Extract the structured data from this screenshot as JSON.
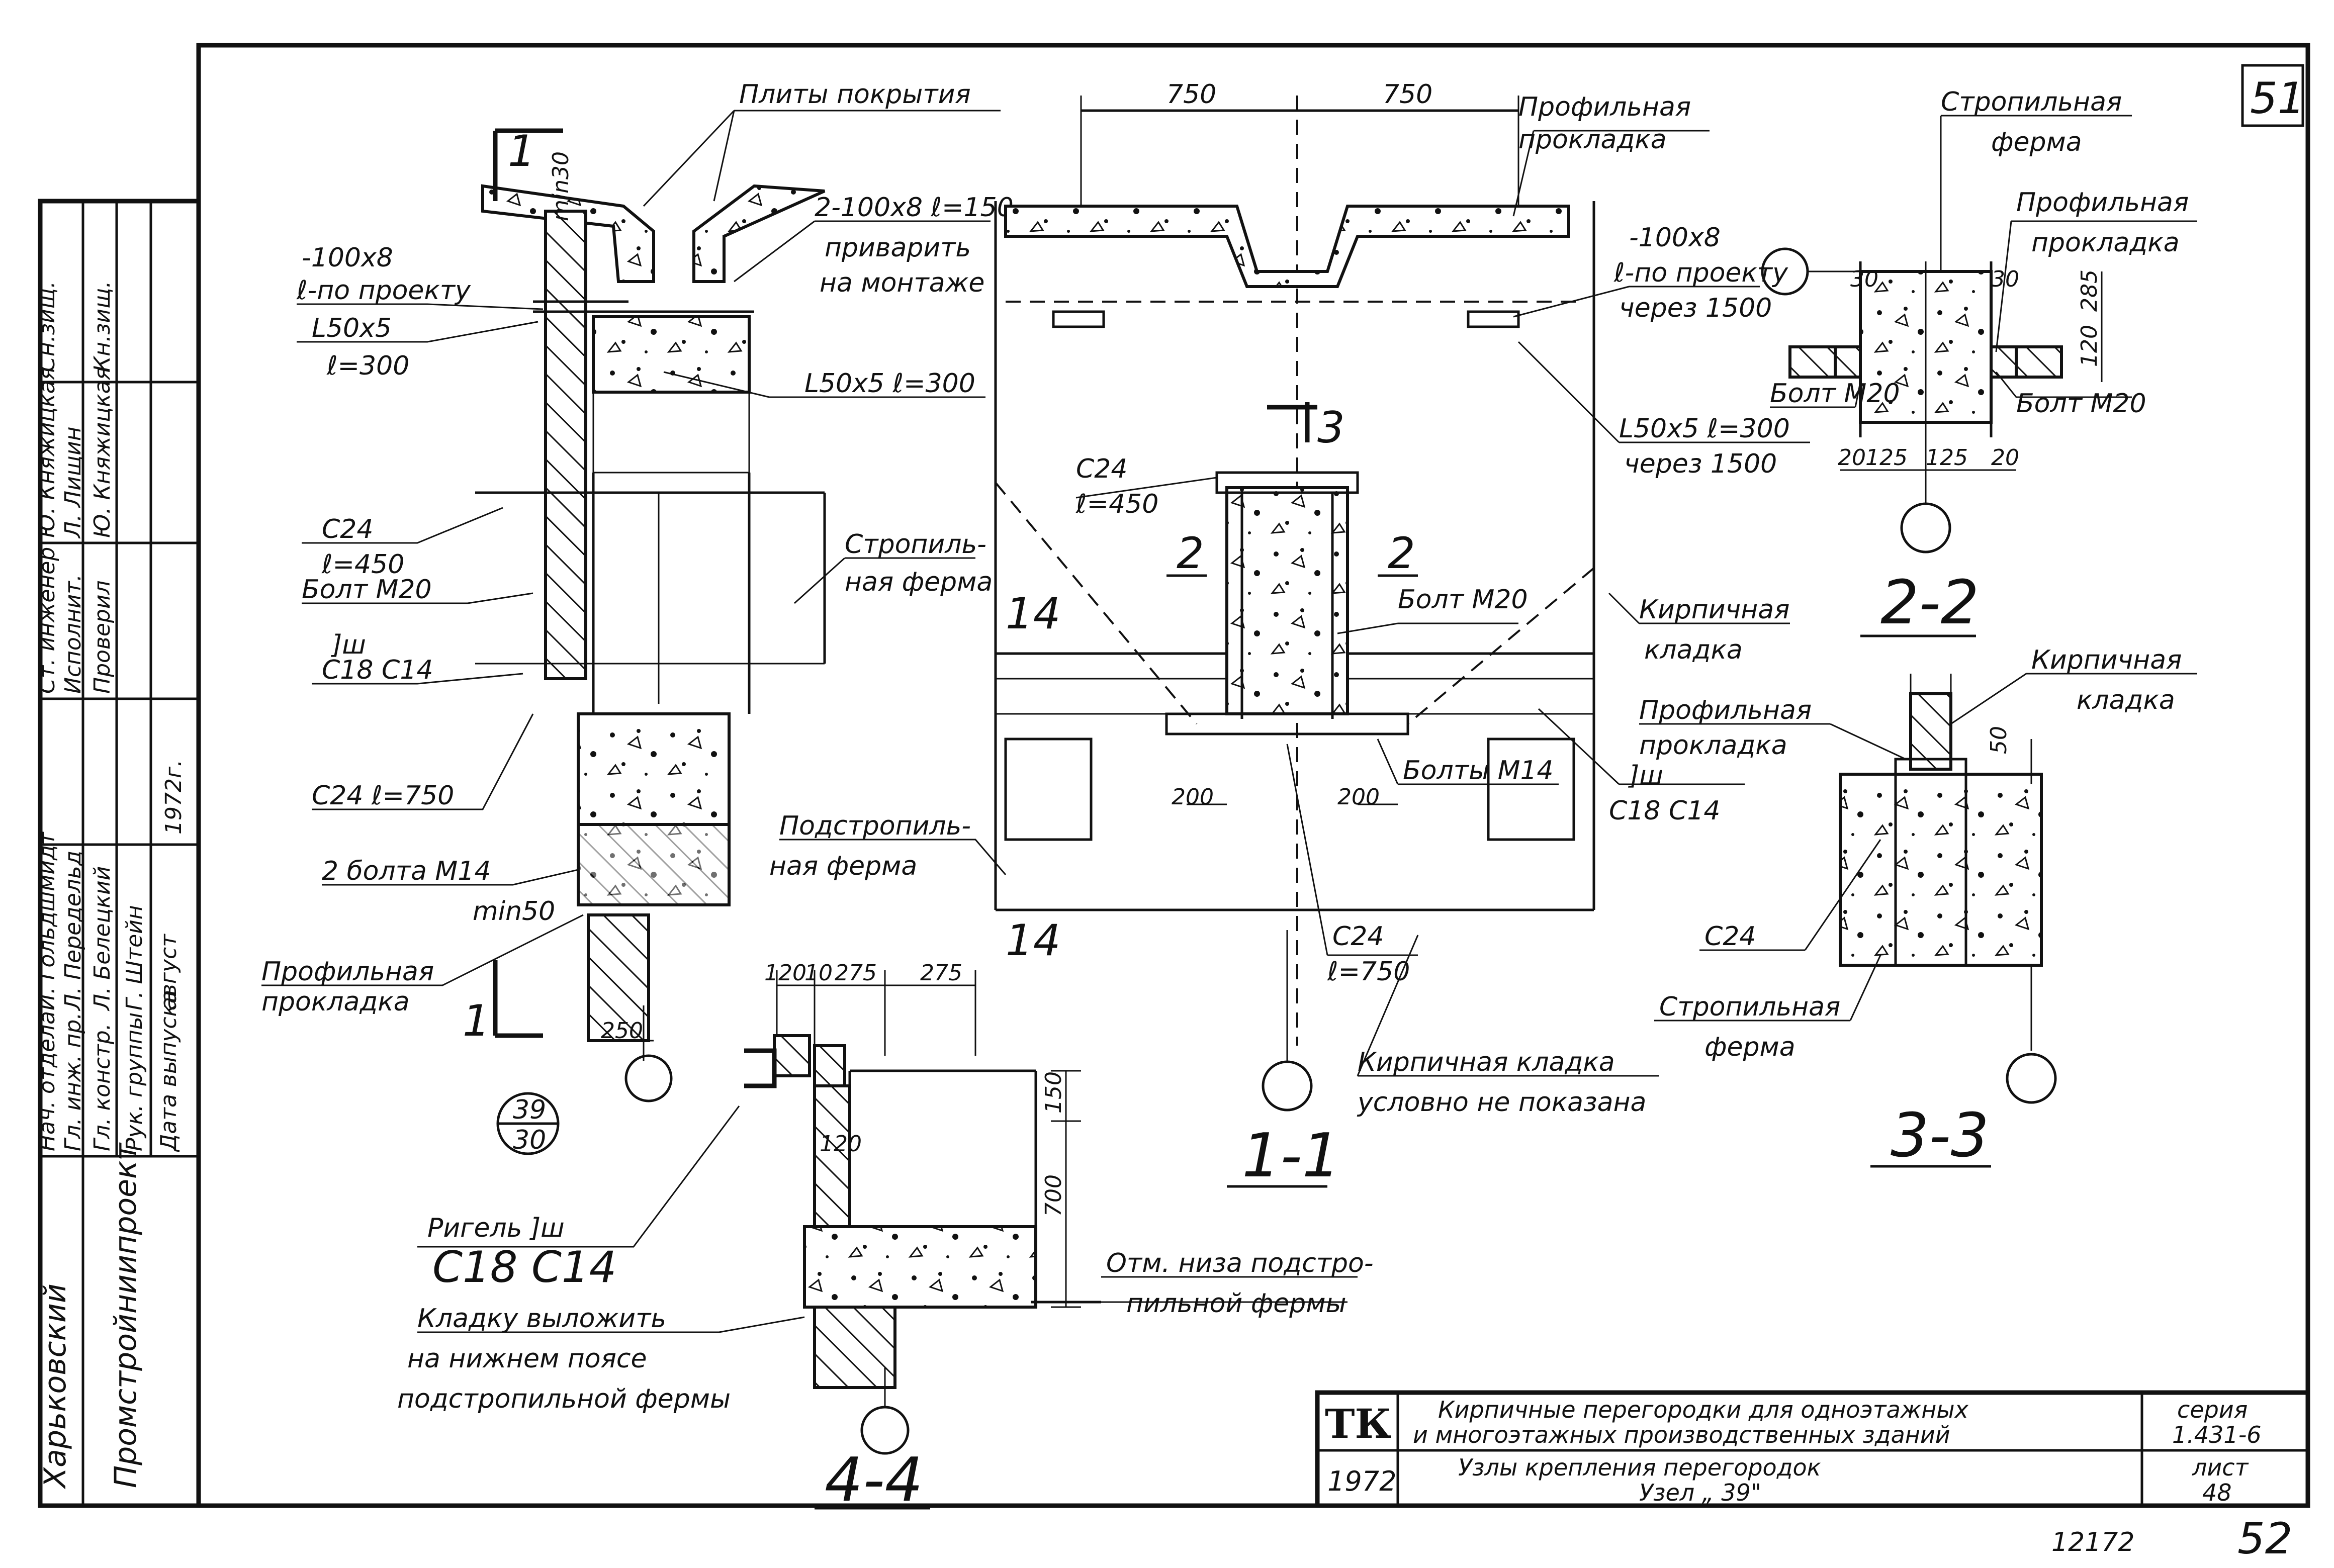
{
  "sheet": {
    "page_no": "51",
    "bottom_no": "12172",
    "bottom_page": "52",
    "section_mark_1": "1",
    "detail_mark_top": "39",
    "detail_mark_bottom": "30"
  },
  "stamp": {
    "rows": [
      {
        "role": "Нач. отдела",
        "name": "И. Гольдшмидт"
      },
      {
        "role": "Гл. инж. пр.",
        "name": "Л. Передельд"
      },
      {
        "role": "Гл. констр.",
        "name": "Л. Белецкий"
      },
      {
        "role": "Рук. группы",
        "name": "Г. Штейн"
      },
      {
        "role": "Дата выпуска",
        "name": "август"
      }
    ],
    "rows2": [
      {
        "role": "Ст. инженер",
        "name": "Ю. Княжицкая"
      },
      {
        "role": "Исполнит.",
        "name": "Л. Лищин"
      },
      {
        "role": "Проверил",
        "name": "Ю. Княжицкая"
      }
    ],
    "year_vertical": "1972г.",
    "org_1": "Харьковский",
    "org_2": "Промстройниипроект",
    "corner_1": "Сн.зищ.",
    "corner_2": "Кн.зищ."
  },
  "views": {
    "left": {
      "plates": "Плиты покрытия",
      "min30": "min30",
      "strip1_a": "-100x8",
      "strip1_b": "ℓ-по проекту",
      "angle1_a": "L50x5",
      "angle1_b": "ℓ=300",
      "plate_weld_a": "2-100x8 ℓ=150",
      "plate_weld_b": "приварить",
      "plate_weld_c": "на монтаже",
      "angle2": "L50x5 ℓ=300",
      "c24_a": "C24",
      "c24_b": "ℓ=450",
      "bolt": "Болт М20",
      "truss_a": "Стропиль-",
      "truss_b": "ная ферма",
      "channel_a": "]ш",
      "channel_b": "C18 C14",
      "c24_750": "C24 ℓ=750",
      "bolts_m14": "2 болта М14",
      "min50": "min50",
      "subtruss_a": "Подстропиль-",
      "subtruss_b": "ная ферма",
      "gasket_a": "Профильная",
      "gasket_b": "прокладка",
      "dim_250": "250"
    },
    "s11": {
      "dim_750a": "750",
      "dim_750b": "750",
      "gasket_a": "Профильная",
      "gasket_b": "прокладка",
      "strip_a": "-100x8",
      "strip_b": "ℓ-по проекту",
      "strip_c": "через 1500",
      "angle_a": "L50x5 ℓ=300",
      "angle_b": "через 1500",
      "c24_a": "C24",
      "c24_b": "ℓ=450",
      "mark2a": "2",
      "mark2b": "2",
      "mark3": "3",
      "bolt": "Болт М20",
      "brick_a": "Кирпичная",
      "brick_b": "кладка",
      "mark14a": "14",
      "mark14b": "14",
      "dim_200a": "200",
      "dim_200b": "200",
      "bolts_m14": "Болты М14",
      "channel_a": "]ш",
      "channel_b": "C18 C14",
      "c24_c": "C24",
      "c24_d": "ℓ=750",
      "note_a": "Кирпичная кладка",
      "note_b": "условно не показана",
      "title": "1-1"
    },
    "s22": {
      "truss_a": "Стропильная",
      "truss_b": "ферма",
      "gasket_a": "Профильная",
      "gasket_b": "прокладка",
      "d30a": "30",
      "d30b": "30",
      "d120": "120",
      "d285": "285",
      "bolt_a": "Болт М20",
      "bolt_b": "Болт М20",
      "d20a": "20",
      "d125a": "125",
      "d125b": "125",
      "d20b": "20",
      "title": "2-2"
    },
    "s33": {
      "brick_a": "Кирпичная",
      "brick_b": "кладка",
      "gasket_a": "Профильная",
      "gasket_b": "прокладка",
      "d50": "50",
      "c24": "C24",
      "truss_a": "Стропильная",
      "truss_b": "ферма",
      "title": "3-3"
    },
    "s44": {
      "d120": "120",
      "d10": "10",
      "d275a": "275",
      "d275b": "275",
      "d150": "150",
      "d700": "700",
      "d120b": "120",
      "girder_a": "Ригель ]ш",
      "girder_b": "C18 C14",
      "note_a": "Кладку выложить",
      "note_b": "на нижнем поясе",
      "note_c": "подстропильной фермы",
      "level_a": "Отм. низа подстро-",
      "level_b": "пильной фермы",
      "title": "4-4"
    }
  },
  "titleblock": {
    "logo": "ТК",
    "year": "1972",
    "line1": "Кирпичные перегородки для одноэтажных",
    "line2": "и многоэтажных производственных зданий",
    "line3": "Узлы крепления перегородок",
    "line4": "Узел „ 39\"",
    "series_label": "серия",
    "series_value": "1.431-6",
    "sheet_label": "лист",
    "sheet_value": "48"
  }
}
